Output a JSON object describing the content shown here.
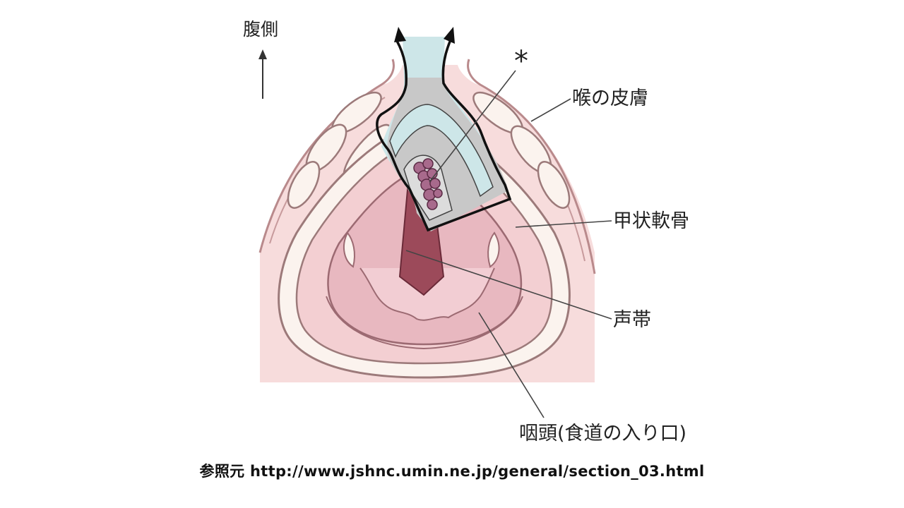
{
  "labels": {
    "ventral": "腹側",
    "asterisk": "*",
    "skin": "喉の皮膚",
    "thyroid_cartilage": "甲状軟骨",
    "vocal_cords": "声帯",
    "pharynx": "咽頭(食道の入り口)"
  },
  "caption": "参照元 http://www.jshnc.umin.ne.jp/general/section_03.html",
  "colors": {
    "skin_pink": "#f7dcdc",
    "skin_outline": "#b98a8c",
    "cartilage": "#fbf3ee",
    "trachea_blue": "#cde6e8",
    "stent_gray": "#c8c8c8",
    "larynx_pink": "#e8b8c0",
    "vocal_red": "#9c4a5a",
    "tumor": "#a86a8c"
  }
}
